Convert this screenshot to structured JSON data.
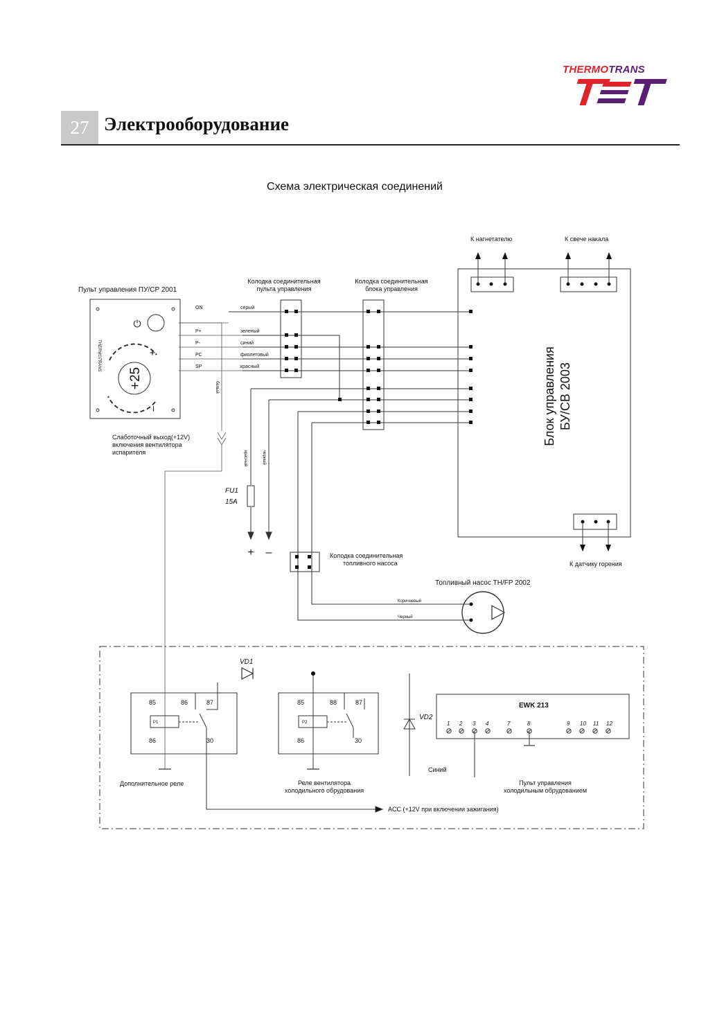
{
  "header": {
    "logo_text_a": "THERMO",
    "logo_text_b": "TRANS",
    "section_number": "27",
    "section_title": "Электрооборудование"
  },
  "diagram": {
    "title": "Схема электрическая соединений",
    "remote": {
      "title": "Пульт управления ПУ/СР 2001",
      "brand": "THERMOTRANS",
      "display": "+25",
      "plus": "+",
      "minus": "–",
      "power_symbol": "⏻"
    },
    "pins": [
      {
        "label": "ON",
        "wire": "серый"
      },
      {
        "label": "Р+",
        "wire": "зеленый"
      },
      {
        "label": "Р-",
        "wire": "синий"
      },
      {
        "label": "PC",
        "wire": "фиолетовый"
      },
      {
        "label": "SP",
        "wire": "красный"
      }
    ],
    "white_wire": "белый",
    "connector_remote": "Колодка соединительная пульта управления",
    "connector_unit": "Колодка соединительная блока управления",
    "to_blower": "К нагнетателю",
    "to_glow_plug": "К свече накала",
    "control_unit": [
      "Блок управления",
      "БУ/СВ 2003"
    ],
    "low_current_output": [
      "Слаботочный выход(+12V)",
      "включения вентилятора",
      "испарителя"
    ],
    "red_wire": "красный",
    "black_wire": "черный",
    "fuse": {
      "name": "FU1",
      "rating": "15A"
    },
    "battery_plus": "+",
    "battery_minus": "–",
    "connector_pump": "Колодка соединительная топливного насоса",
    "to_flame_sensor": "К датчику горения",
    "pump": {
      "title": "Топливный насос ТН/FP 2002",
      "brown_wire": "Коричневый",
      "black_wire": "Черный"
    },
    "vd1": "VD1",
    "vd2": "VD2",
    "relay1": {
      "pins": [
        "85",
        "86",
        "87",
        "86",
        "30"
      ],
      "coil": "P1",
      "caption": "Дополнительное реле"
    },
    "relay2": {
      "pins": [
        "85",
        "88",
        "87",
        "86",
        "30"
      ],
      "coil": "P2",
      "caption": "Реле вентилятора холодильного обрудования"
    },
    "ewk": {
      "title": "EWK 213",
      "terminals": [
        "1",
        "2",
        "3",
        "4",
        "7",
        "8",
        "9",
        "10",
        "11",
        "12"
      ],
      "caption": "Пульт управления холодильным обрудованием"
    },
    "blue_wire_label": "Синий",
    "acc_label": "ACC (+12V при включении зажигания)"
  }
}
